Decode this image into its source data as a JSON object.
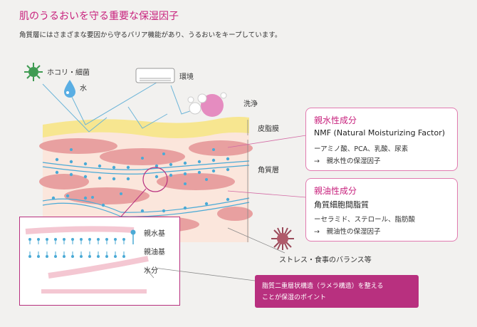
{
  "header": {
    "title": "肌のうるおいを守る重要な保湿因子",
    "subtitle": "角質層にはさまざまな要因から守るバリア機能があり、うるおいをキープしています。"
  },
  "factors": {
    "dust": "ホコリ・細菌",
    "water": "水",
    "environment": "環境",
    "washing": "洗浄",
    "stress": "ストレス・食事のバランス等"
  },
  "layers": {
    "sebum": "皮脂膜",
    "stratum_corneum": "角質層"
  },
  "hydrophilic_box": {
    "heading": "親水性成分",
    "name": "NMF (Natural Moisturizing Factor)",
    "detail": "ーアミノ酸、PCA、乳酸、尿素",
    "result": "→　親水性の保湿因子"
  },
  "lipophilic_box": {
    "heading": "親油性成分",
    "name": "角質細胞間脂質",
    "detail": "ーセラミド、ステロール、脂肪酸",
    "result": "→　親油性の保湿因子"
  },
  "inset": {
    "hydrophilic_group": "親水基",
    "lipophilic_group": "親油基",
    "water": "水分"
  },
  "callout": {
    "line1": "脂質二重層状構造（ラメラ構造）を整える",
    "line2": "ことが保湿のポイント"
  },
  "colors": {
    "accent": "#c8217d",
    "callout_bg": "#b8307f",
    "cell": "#e8a0a0",
    "skin": "#fbe6dc",
    "sebum": "#f7e690",
    "lipid": "#4aaad6"
  }
}
